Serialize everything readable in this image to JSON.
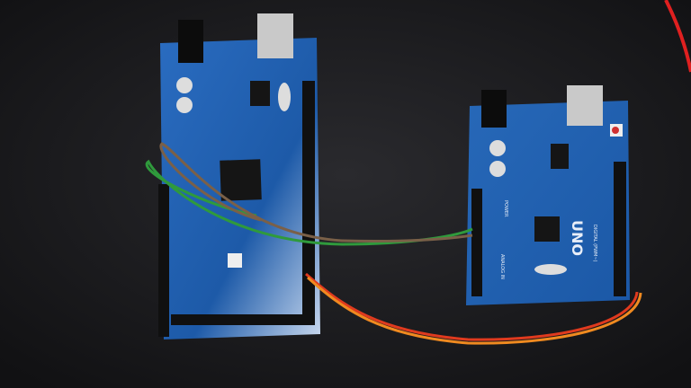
{
  "scene": {
    "description_labels": {
      "uno_logo": "UNO",
      "power_header": "POWER",
      "analog_header": "ANALOG IN",
      "digital_header": "DIGITAL (PWM~)"
    },
    "colors": {
      "background": "#17171a",
      "board_blue": "#1f5fae",
      "wire_green": "#2f9a3c",
      "wire_brown": "#7a6048",
      "wire_red": "#e03a1e",
      "wire_orange": "#f08a20"
    }
  }
}
